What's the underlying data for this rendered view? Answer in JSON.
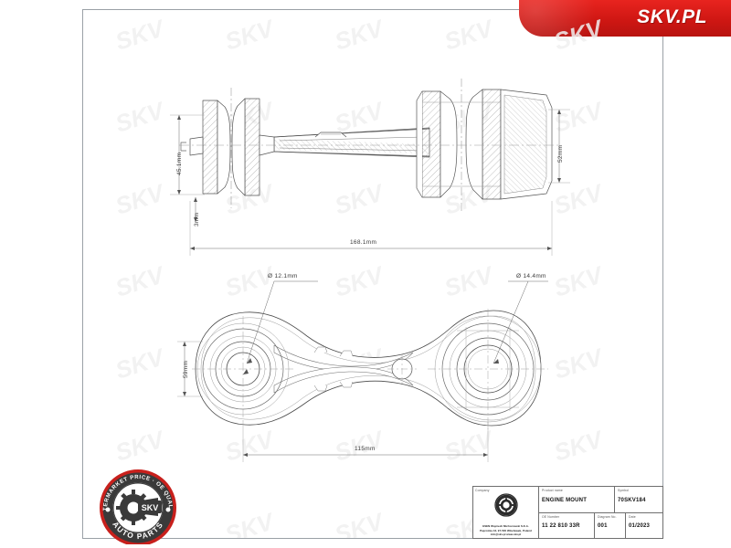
{
  "banner": {
    "brand": "SKV.PL"
  },
  "drawing": {
    "top_view": {
      "dim_left": "45.1mm",
      "dim_left_small": "3mm",
      "dim_right": "52mm",
      "dim_bottom": "168.1mm"
    },
    "bottom_view": {
      "dia_left": "Ø 12.1mm",
      "dia_right": "Ø 14.4mm",
      "dim_left": "59mm",
      "dim_bottom": "115mm"
    }
  },
  "seal": {
    "top_text": "AFTERMARKET PRICE · OE QUALITY",
    "center_text": "SKV",
    "bottom_text": "AUTO PARTS"
  },
  "title_block": {
    "company_label": "Company",
    "company_name": "ESEN Wojciech Michorowski S.K.A.",
    "company_address": "Paprotnia 43, 97-500 Włocławek, Poland",
    "company_contact": "info@skv.pl www.skv.pl",
    "product_name_label": "Product name",
    "product_name_value": "ENGINE MOUNT",
    "symbol_label": "Symbol",
    "symbol_value": "70SKV184",
    "oe_number_label": "OE Number",
    "oe_number_value": "11 22 810 33R",
    "diagram_label": "Diagram No.",
    "diagram_value": "001",
    "date_label": "Date",
    "date_value": "01/2023"
  }
}
